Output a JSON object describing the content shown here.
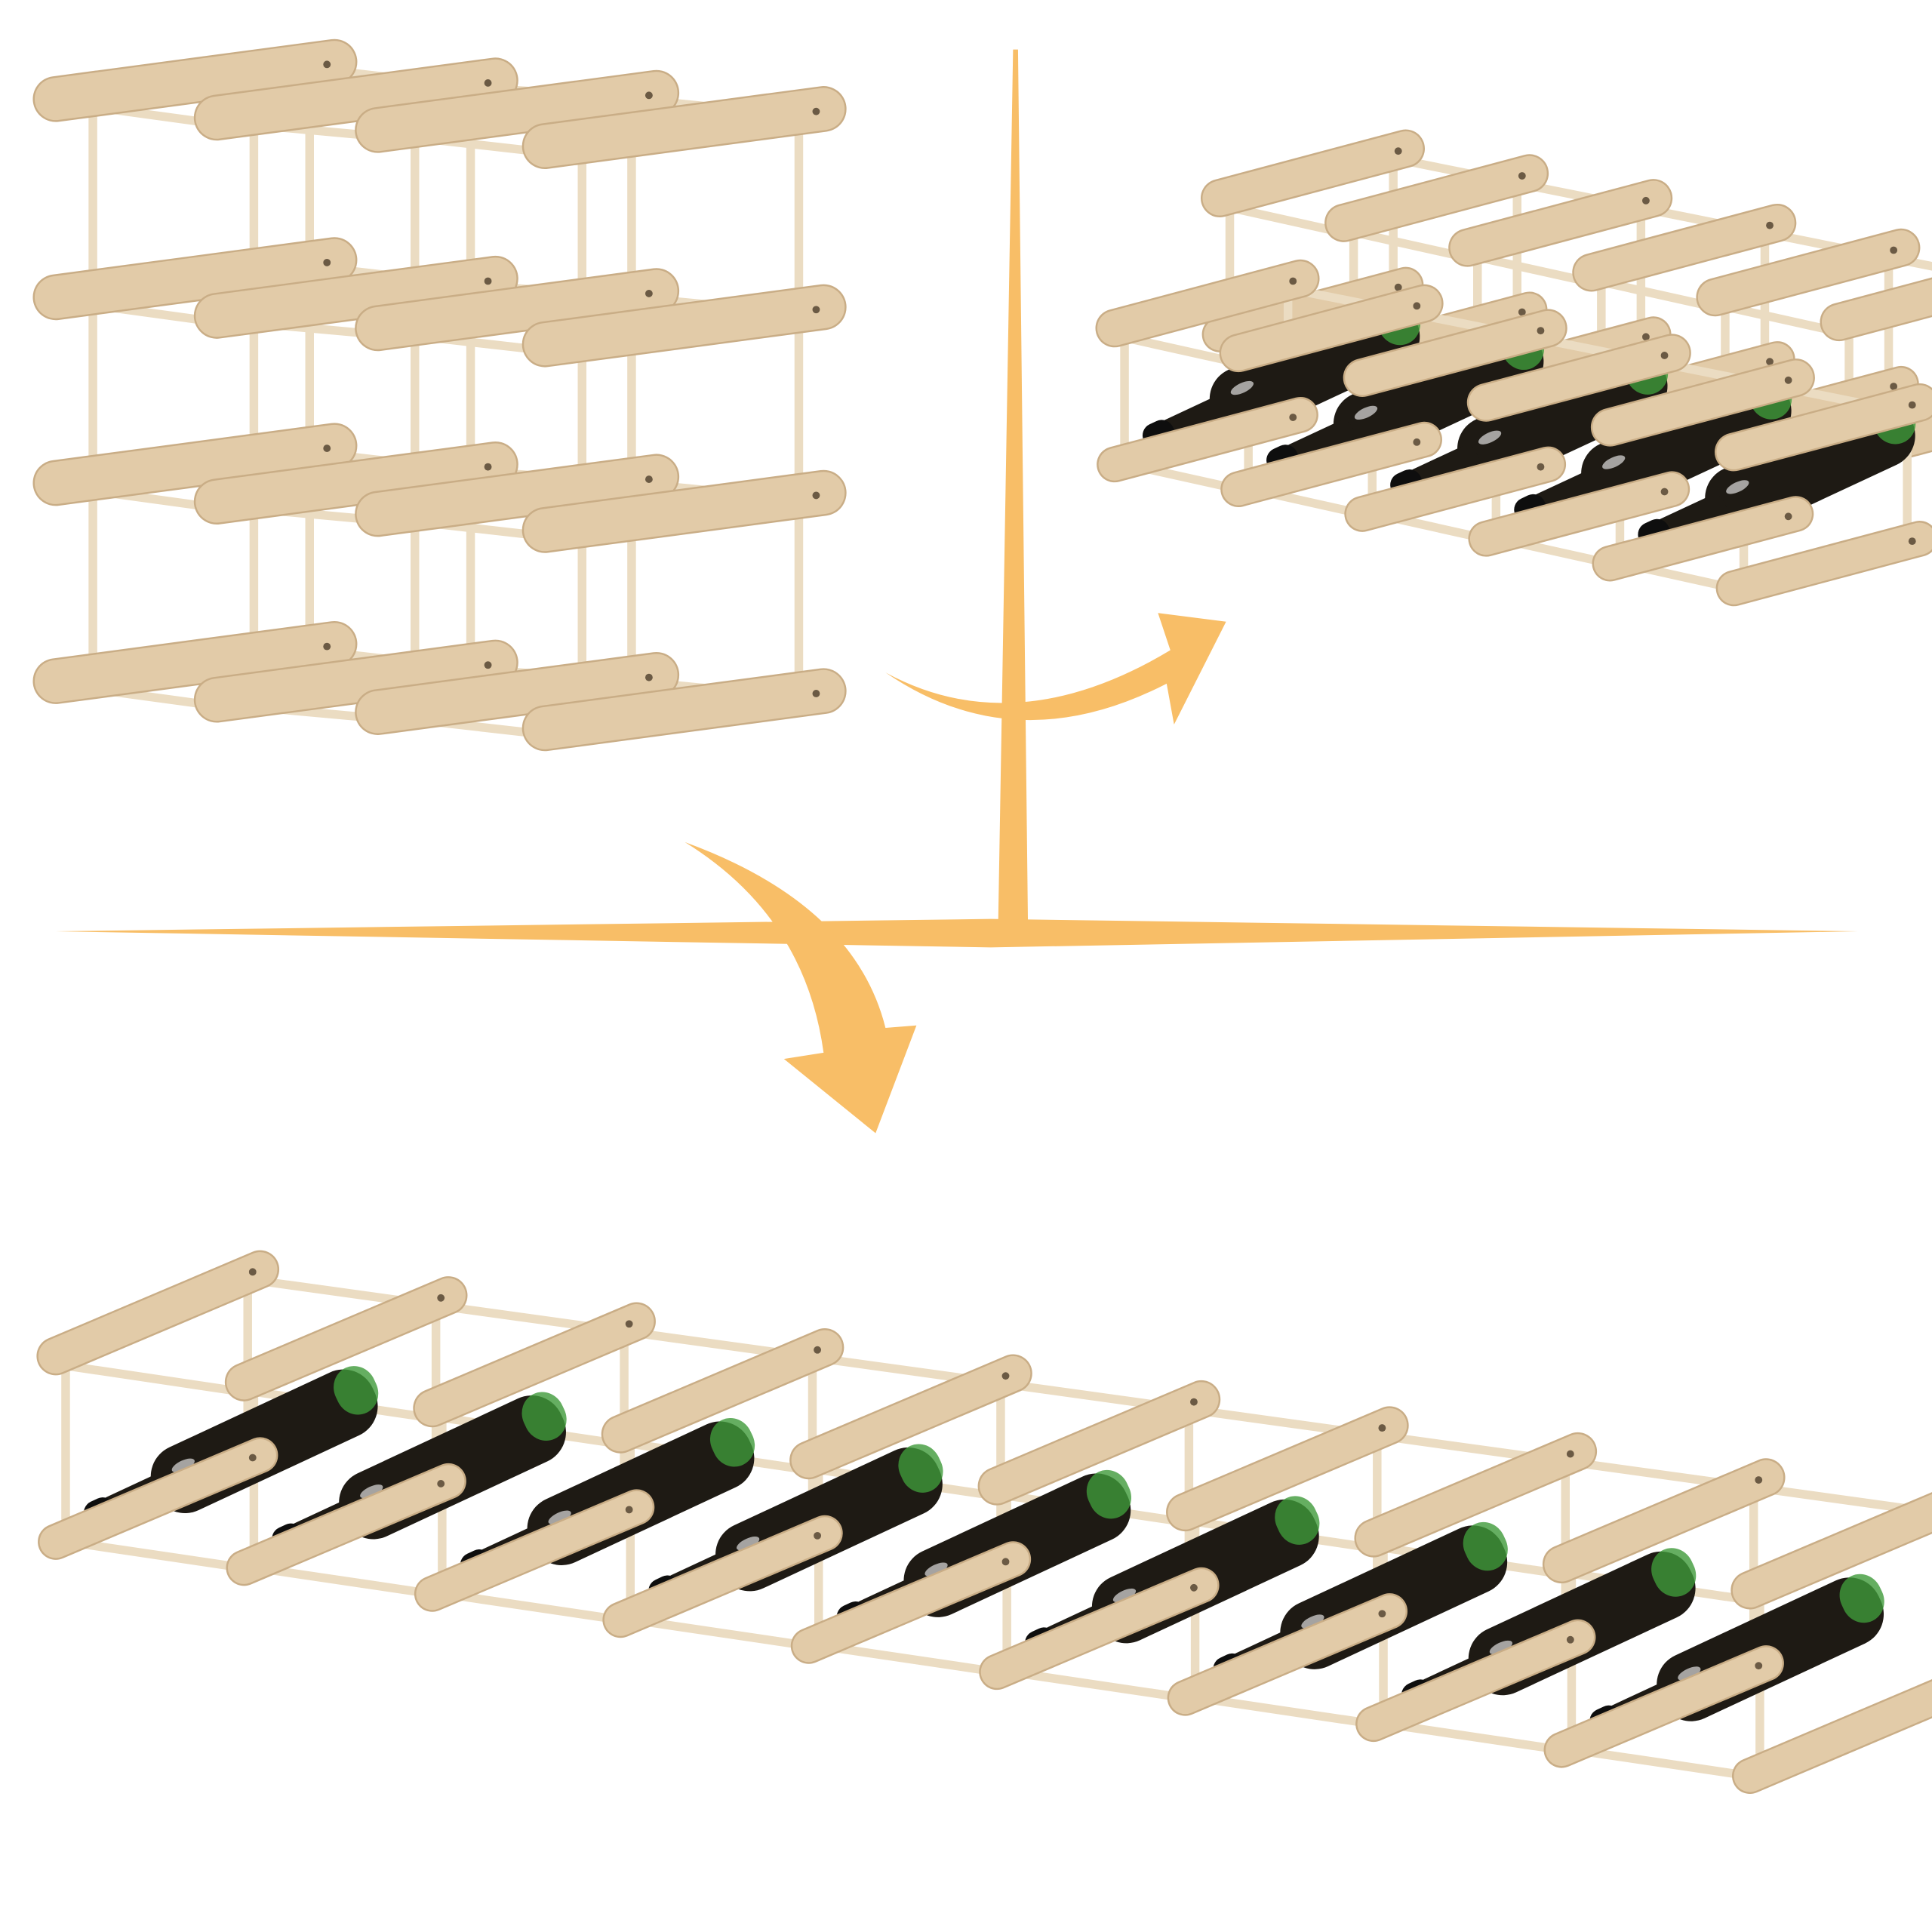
{
  "colors": {
    "background": "#ffffff",
    "arrow": "#F8BE67",
    "wood_log": "#E2CBA8",
    "wood_log_shade": "#C9AD86",
    "wood_dowel": "#EBDCC2",
    "bottle": "#1E1A14",
    "bottle_cap": "#0E0E0E",
    "bottle_glass_green": "#3E9A3A"
  },
  "scene": {
    "panels": [
      {
        "id": "rack-tall",
        "bottle_capacity_cells": 9,
        "bottles_shown": 0
      },
      {
        "id": "rack-double",
        "bottles_shown": 5
      },
      {
        "id": "rack-long",
        "bottles_shown": 9
      }
    ]
  }
}
